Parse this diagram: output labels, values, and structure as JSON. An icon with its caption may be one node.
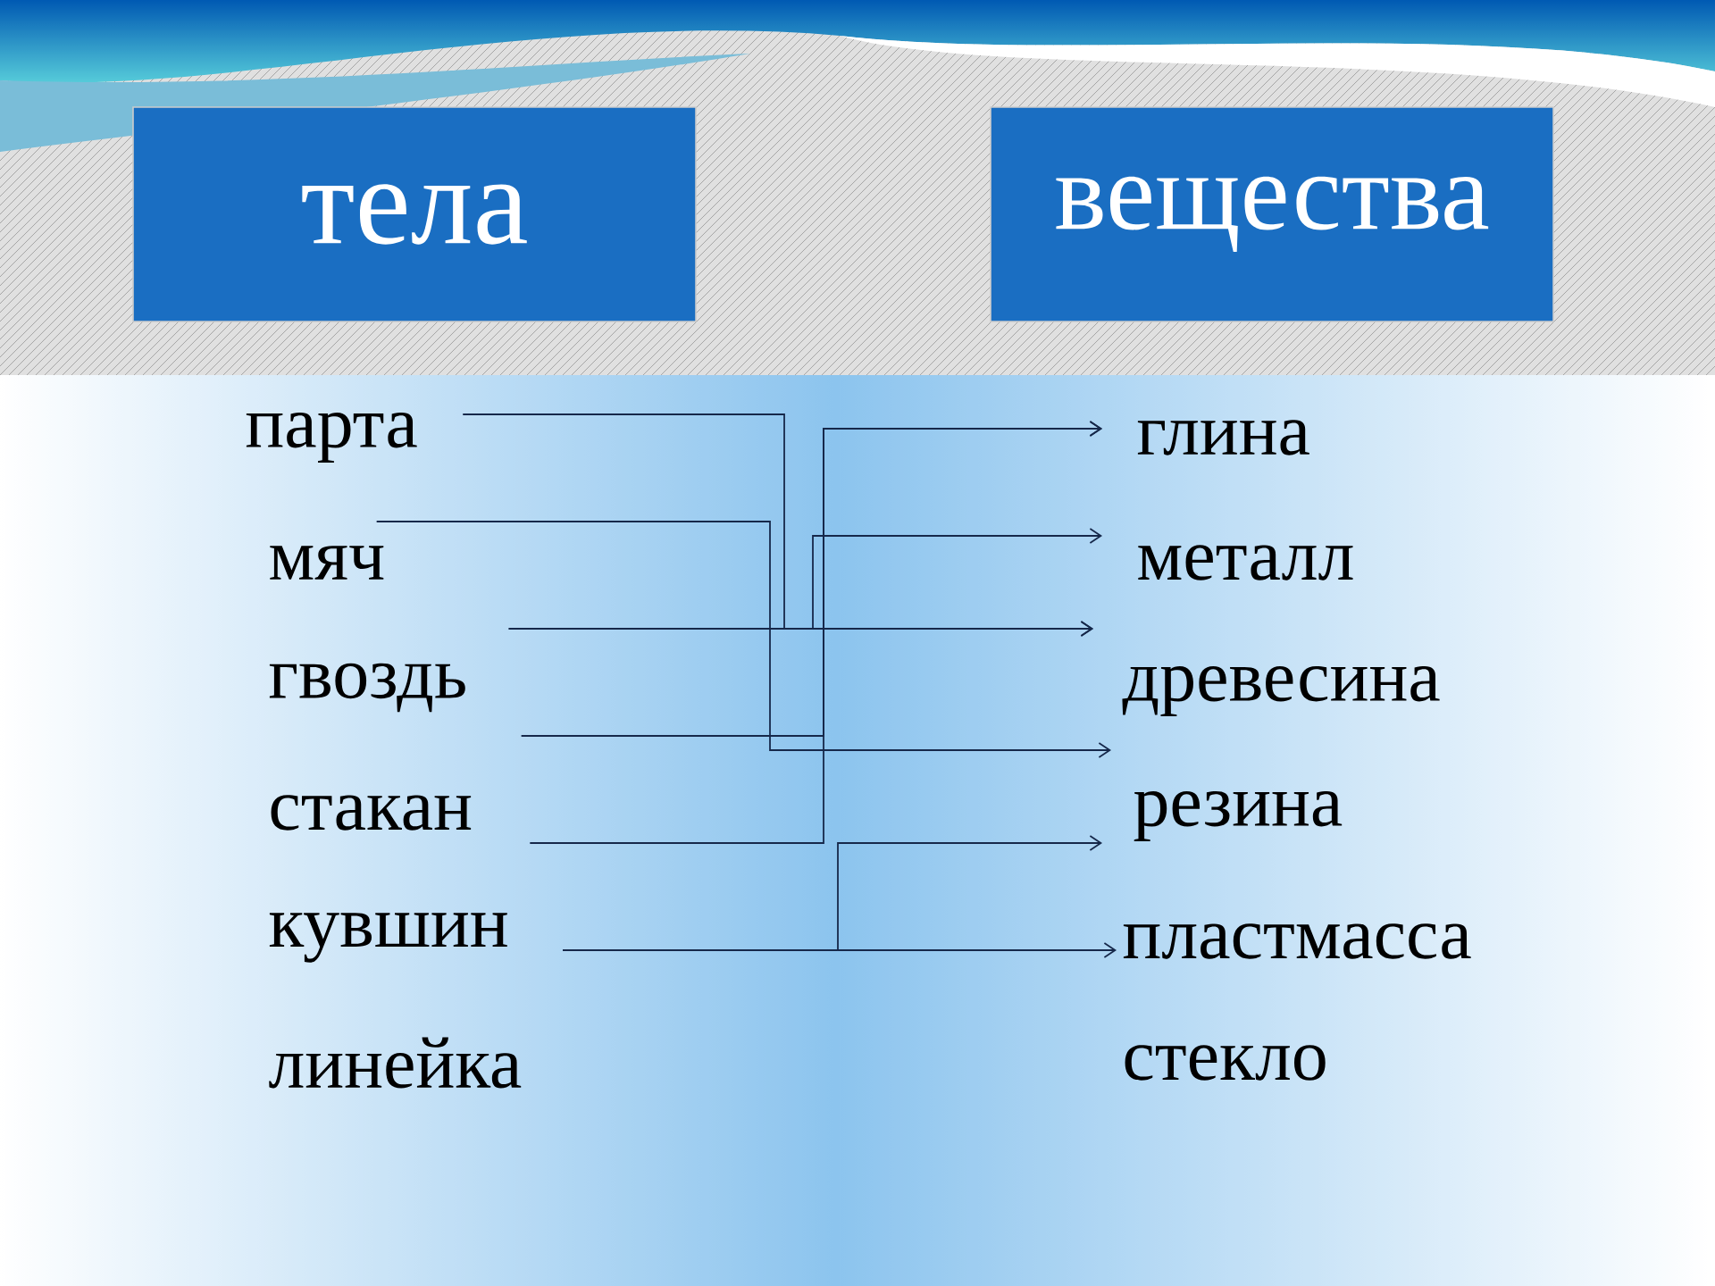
{
  "diagram": {
    "nodes": [
      {
        "text": [
          "тела"
        ]
      },
      {
        "text": [
          "вещества"
        ]
      },
      {
        "text": [
          "парта"
        ]
      },
      {
        "text": [
          "мяч"
        ]
      },
      {
        "text": [
          "гвоздь"
        ]
      },
      {
        "text": [
          "стакан"
        ]
      },
      {
        "text": [
          "кувшин"
        ]
      },
      {
        "text": [
          "линейка"
        ]
      },
      {
        "text": [
          "глина"
        ]
      },
      {
        "text": [
          "металл"
        ]
      },
      {
        "text": [
          "древесина"
        ]
      },
      {
        "text": [
          "резина"
        ]
      },
      {
        "text": [
          "пластмасса"
        ]
      },
      {
        "text": [
          "стекло"
        ]
      }
    ],
    "edges": [
      {
        "from": 2,
        "to": 10,
        "arrow": "to"
      },
      {
        "from": 3,
        "to": 10,
        "arrow": "to"
      },
      {
        "from": 4,
        "to": 10,
        "arrow": "to"
      },
      {
        "from": 4,
        "to": 9,
        "arrow": "to"
      },
      {
        "from": 4,
        "to": 8,
        "arrow": "to"
      },
      {
        "from": 5,
        "to": 8,
        "arrow": "to"
      },
      {
        "from": 6,
        "to": 12,
        "arrow": "to"
      },
      {
        "from": 6,
        "to": 11,
        "arrow": "to"
      }
    ]
  }
}
